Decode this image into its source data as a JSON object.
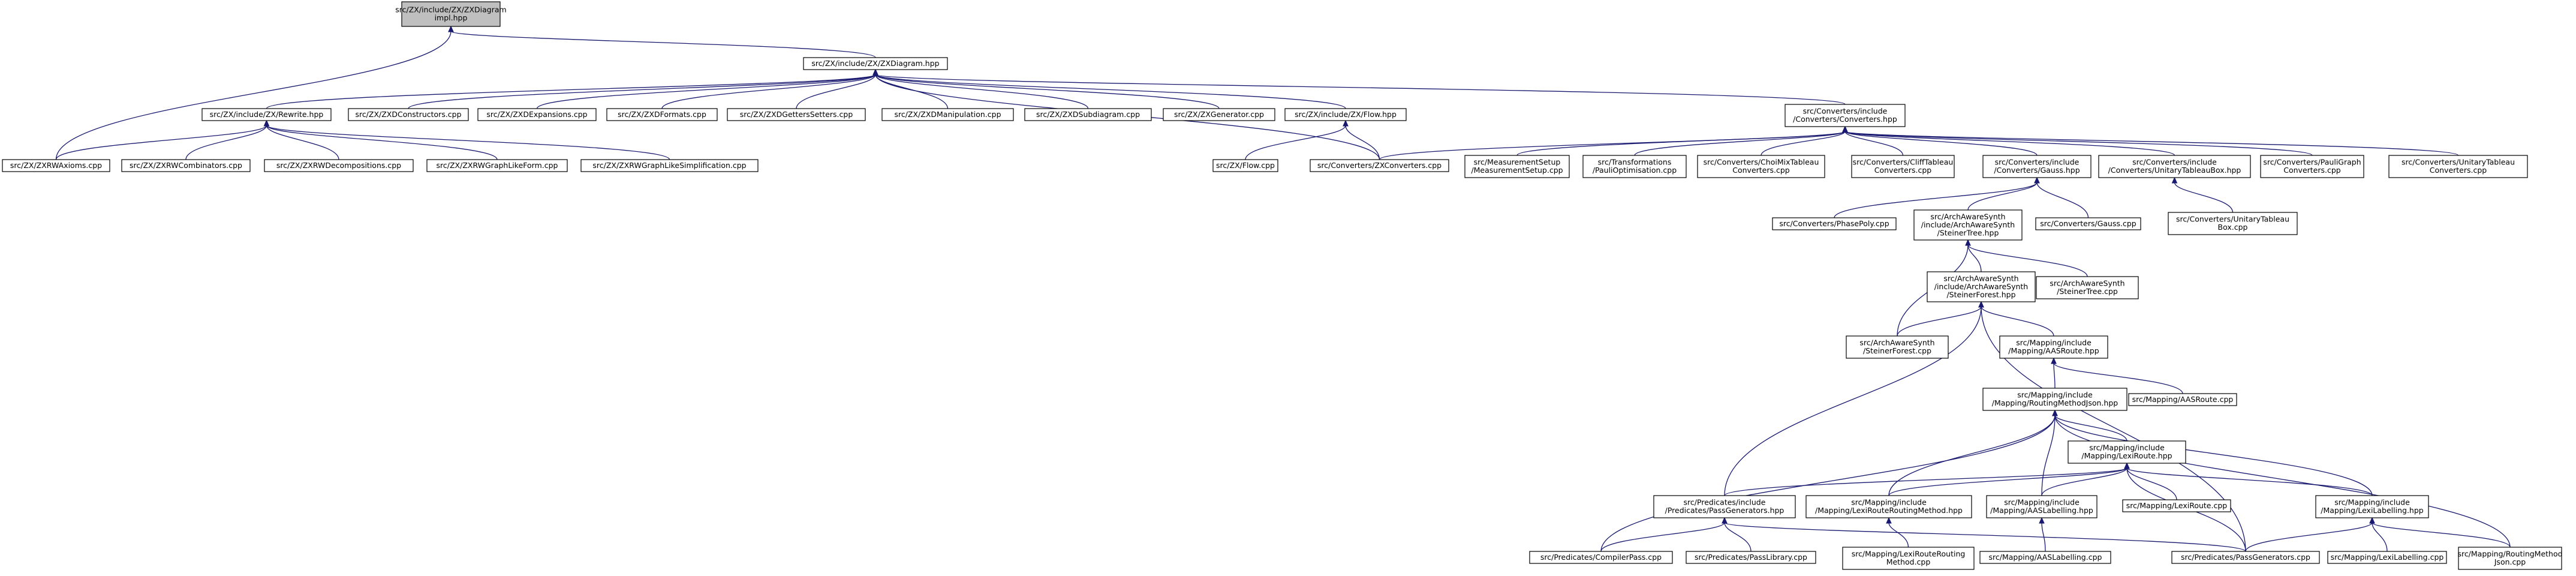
{
  "colors": {
    "background": "#ffffff",
    "node_fill": "#ffffff",
    "root_fill": "#bfbfbf",
    "node_border": "#000000",
    "edge": "#191970"
  },
  "nodes": [
    {
      "id": "diagram_impl",
      "lines": [
        "src/ZX/include/ZX/ZXDiagram",
        "impl.hpp"
      ],
      "root": true
    },
    {
      "id": "zxdiagram",
      "lines": [
        "src/ZX/include/ZX/ZXDiagram.hpp"
      ]
    },
    {
      "id": "rewrite",
      "lines": [
        "src/ZX/include/ZX/Rewrite.hpp"
      ]
    },
    {
      "id": "zxdconstructors",
      "lines": [
        "src/ZX/ZXDConstructors.cpp"
      ]
    },
    {
      "id": "zxdexpansions",
      "lines": [
        "src/ZX/ZXDExpansions.cpp"
      ]
    },
    {
      "id": "zxdformats",
      "lines": [
        "src/ZX/ZXDFormats.cpp"
      ]
    },
    {
      "id": "zxdgetterssetters",
      "lines": [
        "src/ZX/ZXDGettersSetters.cpp"
      ]
    },
    {
      "id": "zxdmanipulation",
      "lines": [
        "src/ZX/ZXDManipulation.cpp"
      ]
    },
    {
      "id": "zxdsubdiagram",
      "lines": [
        "src/ZX/ZXDSubdiagram.cpp"
      ]
    },
    {
      "id": "zxgenerator",
      "lines": [
        "src/ZX/ZXGenerator.cpp"
      ]
    },
    {
      "id": "flow_hpp",
      "lines": [
        "src/ZX/include/ZX/Flow.hpp"
      ]
    },
    {
      "id": "converters_hpp",
      "lines": [
        "src/Converters/include",
        "/Converters/Converters.hpp"
      ]
    },
    {
      "id": "zxrwaxioms",
      "lines": [
        "src/ZX/ZXRWAxioms.cpp"
      ]
    },
    {
      "id": "zxrwcombinators",
      "lines": [
        "src/ZX/ZXRWCombinators.cpp"
      ]
    },
    {
      "id": "zxrwdecompositions",
      "lines": [
        "src/ZX/ZXRWDecompositions.cpp"
      ]
    },
    {
      "id": "zxrwgraphlikeform",
      "lines": [
        "src/ZX/ZXRWGraphLikeForm.cpp"
      ]
    },
    {
      "id": "zxrwgraphlikesimp",
      "lines": [
        "src/ZX/ZXRWGraphLikeSimplification.cpp"
      ]
    },
    {
      "id": "flow_cpp",
      "lines": [
        "src/ZX/Flow.cpp"
      ]
    },
    {
      "id": "zxconverters",
      "lines": [
        "src/Converters/ZXConverters.cpp"
      ]
    },
    {
      "id": "measurementsetup",
      "lines": [
        "src/MeasurementSetup",
        "/MeasurementSetup.cpp"
      ]
    },
    {
      "id": "paulioptimisation",
      "lines": [
        "src/Transformations",
        "/PauliOptimisation.cpp"
      ]
    },
    {
      "id": "chomixtableau",
      "lines": [
        "src/Converters/ChoiMixTableau",
        "Converters.cpp"
      ]
    },
    {
      "id": "clifftableau",
      "lines": [
        "src/Converters/CliffTableau",
        "Converters.cpp"
      ]
    },
    {
      "id": "gauss_hpp",
      "lines": [
        "src/Converters/include",
        "/Converters/Gauss.hpp"
      ]
    },
    {
      "id": "unitarytableaubox_hpp",
      "lines": [
        "src/Converters/include",
        "/Converters/UnitaryTableauBox.hpp"
      ]
    },
    {
      "id": "pauligraph",
      "lines": [
        "src/Converters/PauliGraph",
        "Converters.cpp"
      ]
    },
    {
      "id": "unitarytableau_conv",
      "lines": [
        "src/Converters/UnitaryTableau",
        "Converters.cpp"
      ]
    },
    {
      "id": "phasepoly",
      "lines": [
        "src/Converters/PhasePoly.cpp"
      ]
    },
    {
      "id": "steinertree_hpp",
      "lines": [
        "src/ArchAwareSynth",
        "/include/ArchAwareSynth",
        "/SteinerTree.hpp"
      ]
    },
    {
      "id": "gauss_cpp",
      "lines": [
        "src/Converters/Gauss.cpp"
      ]
    },
    {
      "id": "unitarytableaubox_cpp",
      "lines": [
        "src/Converters/UnitaryTableau",
        "Box.cpp"
      ]
    },
    {
      "id": "steinerforest_hpp",
      "lines": [
        "src/ArchAwareSynth",
        "/include/ArchAwareSynth",
        "/SteinerForest.hpp"
      ]
    },
    {
      "id": "steinertree_cpp",
      "lines": [
        "src/ArchAwareSynth",
        "/SteinerTree.cpp"
      ]
    },
    {
      "id": "steinerforest_cpp",
      "lines": [
        "src/ArchAwareSynth",
        "/SteinerForest.cpp"
      ]
    },
    {
      "id": "aasroute_hpp",
      "lines": [
        "src/Mapping/include",
        "/Mapping/AASRoute.hpp"
      ]
    },
    {
      "id": "aasroute_cpp",
      "lines": [
        "src/Mapping/AASRoute.cpp"
      ]
    },
    {
      "id": "routingmethodjson_hpp",
      "lines": [
        "src/Mapping/include",
        "/Mapping/RoutingMethodJson.hpp"
      ]
    },
    {
      "id": "lexiroute_hpp",
      "lines": [
        "src/Mapping/include",
        "/Mapping/LexiRoute.hpp"
      ]
    },
    {
      "id": "passgenerators_hpp",
      "lines": [
        "src/Predicates/include",
        "/Predicates/PassGenerators.hpp"
      ]
    },
    {
      "id": "lexirouteroutingmethod_hpp",
      "lines": [
        "src/Mapping/include",
        "/Mapping/LexiRouteRoutingMethod.hpp"
      ]
    },
    {
      "id": "aaslabelling_hpp",
      "lines": [
        "src/Mapping/include",
        "/Mapping/AASLabelling.hpp"
      ]
    },
    {
      "id": "lexiroute_cpp",
      "lines": [
        "src/Mapping/LexiRoute.cpp"
      ]
    },
    {
      "id": "lexilabelling_hpp",
      "lines": [
        "src/Mapping/include",
        "/Mapping/LexiLabelling.hpp"
      ]
    },
    {
      "id": "compilerpass",
      "lines": [
        "src/Predicates/CompilerPass.cpp"
      ]
    },
    {
      "id": "passlibrary",
      "lines": [
        "src/Predicates/PassLibrary.cpp"
      ]
    },
    {
      "id": "lexirouteroutingmethod_cpp",
      "lines": [
        "src/Mapping/LexiRouteRouting",
        "Method.cpp"
      ]
    },
    {
      "id": "aaslabelling_cpp",
      "lines": [
        "src/Mapping/AASLabelling.cpp"
      ]
    },
    {
      "id": "passgenerators_cpp",
      "lines": [
        "src/Predicates/PassGenerators.cpp"
      ]
    },
    {
      "id": "lexilabelling_cpp",
      "lines": [
        "src/Mapping/LexiLabelling.cpp"
      ]
    },
    {
      "id": "routingmethodjson_cpp",
      "lines": [
        "src/Mapping/RoutingMethod",
        "Json.cpp"
      ]
    }
  ],
  "edges": [
    [
      "diagram_impl",
      "zxdiagram"
    ],
    [
      "diagram_impl",
      "zxrwaxioms"
    ],
    [
      "zxdiagram",
      "rewrite"
    ],
    [
      "zxdiagram",
      "zxdconstructors"
    ],
    [
      "zxdiagram",
      "zxdexpansions"
    ],
    [
      "zxdiagram",
      "zxdformats"
    ],
    [
      "zxdiagram",
      "zxdgetterssetters"
    ],
    [
      "zxdiagram",
      "zxdmanipulation"
    ],
    [
      "zxdiagram",
      "zxdsubdiagram"
    ],
    [
      "zxdiagram",
      "zxgenerator"
    ],
    [
      "zxdiagram",
      "flow_hpp"
    ],
    [
      "zxdiagram",
      "converters_hpp"
    ],
    [
      "zxdiagram",
      "zxconverters"
    ],
    [
      "rewrite",
      "zxrwaxioms"
    ],
    [
      "rewrite",
      "zxrwcombinators"
    ],
    [
      "rewrite",
      "zxrwdecompositions"
    ],
    [
      "rewrite",
      "zxrwgraphlikeform"
    ],
    [
      "rewrite",
      "zxrwgraphlikesimp"
    ],
    [
      "flow_hpp",
      "flow_cpp"
    ],
    [
      "flow_hpp",
      "zxconverters"
    ],
    [
      "converters_hpp",
      "zxconverters"
    ],
    [
      "converters_hpp",
      "measurementsetup"
    ],
    [
      "converters_hpp",
      "paulioptimisation"
    ],
    [
      "converters_hpp",
      "chomixtableau"
    ],
    [
      "converters_hpp",
      "clifftableau"
    ],
    [
      "converters_hpp",
      "gauss_hpp"
    ],
    [
      "converters_hpp",
      "unitarytableaubox_hpp"
    ],
    [
      "converters_hpp",
      "pauligraph"
    ],
    [
      "converters_hpp",
      "unitarytableau_conv"
    ],
    [
      "gauss_hpp",
      "phasepoly"
    ],
    [
      "gauss_hpp",
      "steinertree_hpp"
    ],
    [
      "gauss_hpp",
      "gauss_cpp"
    ],
    [
      "unitarytableaubox_hpp",
      "unitarytableaubox_cpp"
    ],
    [
      "steinertree_hpp",
      "steinerforest_hpp"
    ],
    [
      "steinertree_hpp",
      "steinertree_cpp"
    ],
    [
      "steinertree_hpp",
      "steinerforest_cpp"
    ],
    [
      "steinerforest_hpp",
      "steinerforest_cpp"
    ],
    [
      "steinerforest_hpp",
      "aasroute_hpp"
    ],
    [
      "steinerforest_hpp",
      "passgenerators_hpp"
    ],
    [
      "steinerforest_hpp",
      "passgenerators_cpp"
    ],
    [
      "aasroute_hpp",
      "routingmethodjson_hpp"
    ],
    [
      "aasroute_hpp",
      "aasroute_cpp"
    ],
    [
      "routingmethodjson_hpp",
      "lexiroute_hpp"
    ],
    [
      "routingmethodjson_hpp",
      "compilerpass"
    ],
    [
      "routingmethodjson_hpp",
      "lexirouteroutingmethod_hpp"
    ],
    [
      "routingmethodjson_hpp",
      "aaslabelling_hpp"
    ],
    [
      "routingmethodjson_hpp",
      "lexilabelling_hpp"
    ],
    [
      "routingmethodjson_hpp",
      "routingmethodjson_cpp"
    ],
    [
      "lexiroute_hpp",
      "passgenerators_hpp"
    ],
    [
      "lexiroute_hpp",
      "lexirouteroutingmethod_hpp"
    ],
    [
      "lexiroute_hpp",
      "aaslabelling_hpp"
    ],
    [
      "lexiroute_hpp",
      "lexiroute_cpp"
    ],
    [
      "lexiroute_hpp",
      "lexilabelling_hpp"
    ],
    [
      "lexiroute_hpp",
      "passgenerators_cpp"
    ],
    [
      "passgenerators_hpp",
      "compilerpass"
    ],
    [
      "passgenerators_hpp",
      "passlibrary"
    ],
    [
      "passgenerators_hpp",
      "passgenerators_cpp"
    ],
    [
      "lexirouteroutingmethod_hpp",
      "lexirouteroutingmethod_cpp"
    ],
    [
      "aaslabelling_hpp",
      "aaslabelling_cpp"
    ],
    [
      "lexilabelling_hpp",
      "passgenerators_cpp"
    ],
    [
      "lexilabelling_hpp",
      "lexilabelling_cpp"
    ],
    [
      "lexilabelling_hpp",
      "routingmethodjson_cpp"
    ]
  ]
}
